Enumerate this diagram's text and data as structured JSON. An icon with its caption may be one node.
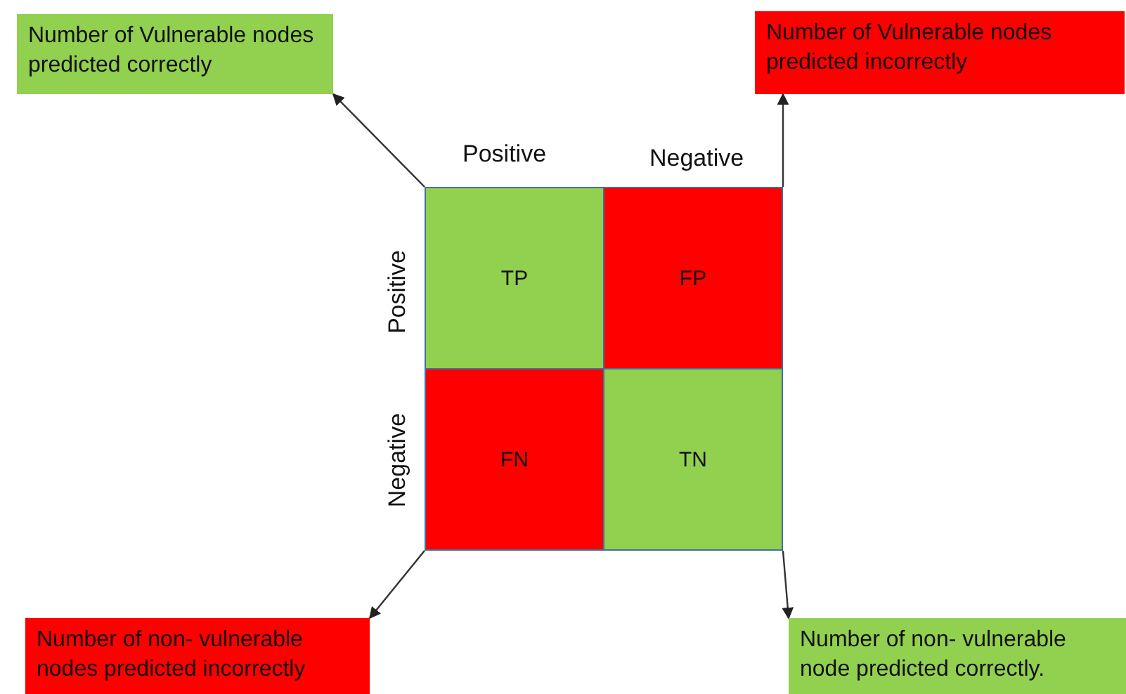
{
  "diagram": {
    "nodes": [
      {
        "text": [
          "Number of Vulnerable nodes predicted correctly"
        ]
      },
      {
        "text": [
          "Number of Vulnerable nodes predicted incorrectly"
        ]
      },
      {
        "text": [
          "TP"
        ]
      },
      {
        "text": [
          "FP"
        ]
      },
      {
        "text": [
          "FN"
        ]
      },
      {
        "text": [
          "TN"
        ]
      },
      {
        "text": [
          "Number of non- vulnerable nodes predicted incorrectly"
        ]
      },
      {
        "text": [
          "Number of non- vulnerable node predicted correctly."
        ]
      }
    ],
    "edges": [
      {
        "from": 2,
        "to": 0,
        "arrow": "to"
      },
      {
        "from": 3,
        "to": 1,
        "arrow": "to"
      },
      {
        "from": 4,
        "to": 6,
        "arrow": "to"
      },
      {
        "from": 5,
        "to": 7,
        "arrow": "to"
      }
    ],
    "labels": [
      "Positive",
      "Negative",
      "Positive",
      "Negative"
    ]
  }
}
